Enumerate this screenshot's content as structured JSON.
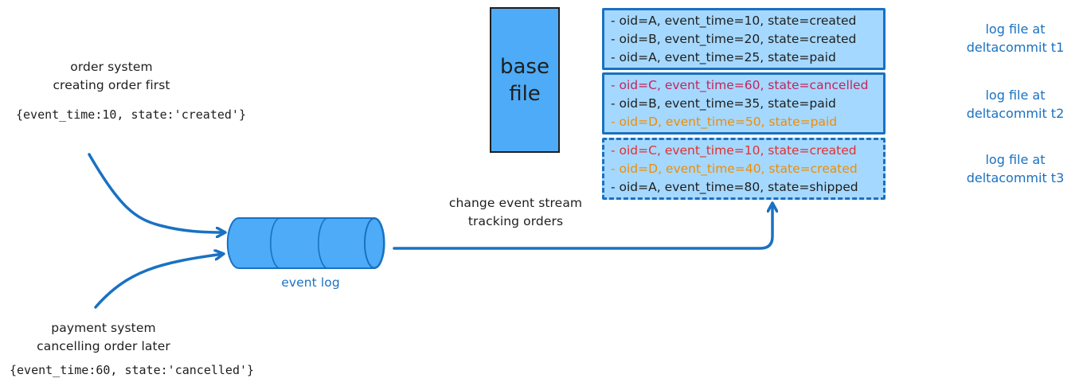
{
  "colors": {
    "accent_blue": "#1971c2",
    "fill_blue": "#4dabf7",
    "light_blue": "#a5d8ff",
    "text_black": "#1e1e1e",
    "text_red": "#e03131",
    "text_crimson": "#c2255c",
    "text_orange": "#f08c00"
  },
  "order_system": {
    "title_line1": "order system",
    "title_line2": "creating order first",
    "payload": "{event_time:10, state:'created'}"
  },
  "payment_system": {
    "title_line1": "payment system",
    "title_line2": "cancelling order later",
    "payload": "{event_time:60, state:'cancelled'}"
  },
  "event_log": {
    "label": "event log",
    "icon": "cylinder-queue-icon"
  },
  "stream_label": {
    "line1": "change event stream",
    "line2": "tracking orders"
  },
  "base_file": {
    "line1": "base",
    "line2": "file"
  },
  "log_files": [
    {
      "label_line1": "log file at",
      "label_line2": "deltacommit t1",
      "border": "solid",
      "records": [
        {
          "text": "- oid=A, event_time=10, state=created",
          "color": "black"
        },
        {
          "text": "- oid=B, event_time=20, state=created",
          "color": "black"
        },
        {
          "text": "- oid=A, event_time=25, state=paid",
          "color": "black"
        }
      ]
    },
    {
      "label_line1": "log file at",
      "label_line2": "deltacommit t2",
      "border": "solid",
      "records": [
        {
          "text": "- oid=C, event_time=60, state=cancelled",
          "color": "crimson"
        },
        {
          "text": "- oid=B, event_time=35, state=paid",
          "color": "black"
        },
        {
          "text": "- oid=D, event_time=50, state=paid",
          "color": "orange"
        }
      ]
    },
    {
      "label_line1": "log file at",
      "label_line2": "deltacommit t3",
      "border": "dashed",
      "records": [
        {
          "text": "- oid=C, event_time=10, state=created",
          "color": "red"
        },
        {
          "text": "- oid=D, event_time=40, state=created",
          "color": "orange"
        },
        {
          "text": "- oid=A, event_time=80, state=shipped",
          "color": "black"
        }
      ]
    }
  ]
}
